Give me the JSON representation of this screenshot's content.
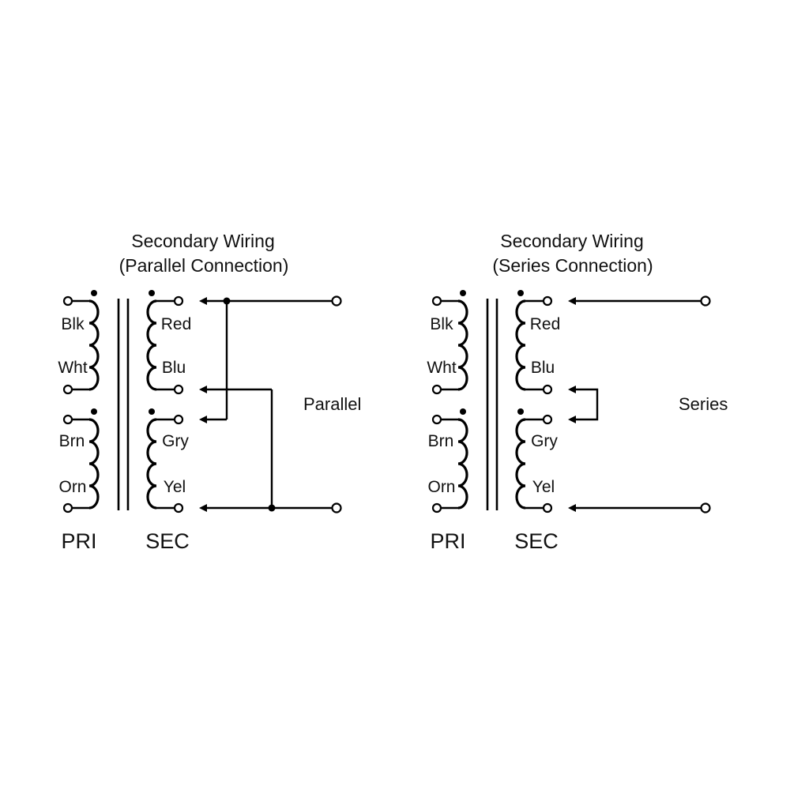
{
  "colors": {
    "ink": "#000000",
    "background": "#ffffff"
  },
  "diagrams": [
    {
      "id": "parallel",
      "title_line1": "Secondary Wiring",
      "title_line2": "(Parallel Connection)",
      "primary_labels": [
        "Blk",
        "Wht",
        "Brn",
        "Orn"
      ],
      "secondary_labels": [
        "Red",
        "Blu",
        "Gry",
        "Yel"
      ],
      "primary_caption": "PRI",
      "secondary_caption": "SEC",
      "mode_label": "Parallel"
    },
    {
      "id": "series",
      "title_line1": "Secondary Wiring",
      "title_line2": "(Series Connection)",
      "primary_labels": [
        "Blk",
        "Wht",
        "Brn",
        "Orn"
      ],
      "secondary_labels": [
        "Red",
        "Blu",
        "Gry",
        "Yel"
      ],
      "primary_caption": "PRI",
      "secondary_caption": "SEC",
      "mode_label": "Series"
    }
  ]
}
